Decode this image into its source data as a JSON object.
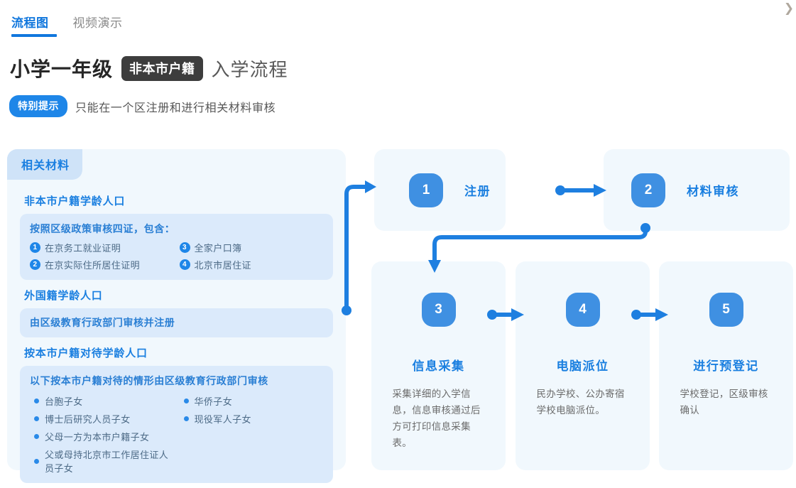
{
  "tabs": [
    {
      "label": "流程图",
      "active": true
    },
    {
      "label": "视频演示",
      "active": false
    }
  ],
  "header": {
    "title_main": "小学一年级",
    "title_chip": "非本市户籍",
    "title_suffix": "入学流程",
    "notice_badge": "特别提示",
    "notice_text": "只能在一个区注册和进行相关材料审核"
  },
  "materials": {
    "panel_tab": "相关材料",
    "sections": [
      {
        "heading": "非本市户籍学龄人口",
        "box_title": "按照区级政策审核四证，包含：",
        "certs": [
          {
            "num": "1",
            "label": "在京务工就业证明"
          },
          {
            "num": "3",
            "label": "全家户口簿"
          },
          {
            "num": "2",
            "label": "在京实际住所居住证明"
          },
          {
            "num": "4",
            "label": "北京市居住证"
          }
        ]
      },
      {
        "heading": "外国籍学龄人口",
        "simple_text": "由区级教育行政部门审核并注册"
      },
      {
        "heading": "按本市户籍对待学龄人口",
        "box_title": "以下按本市户籍对待的情形由区级教育行政部门审核",
        "bullets": [
          "台胞子女",
          "华侨子女",
          "博士后研究人员子女",
          "现役军人子女",
          "父母一方为本市户籍子女",
          "",
          "父或母持北京市工作居住证人员子女",
          ""
        ]
      }
    ]
  },
  "flow": {
    "steps": [
      {
        "num": "1",
        "title": "注册",
        "desc": ""
      },
      {
        "num": "2",
        "title": "材料审核",
        "desc": ""
      },
      {
        "num": "3",
        "title": "信息采集",
        "desc": "采集详细的入学信息，信息审核通过后方可打印信息采集表。"
      },
      {
        "num": "4",
        "title": "电脑派位",
        "desc": "民办学校、公办寄宿学校电脑派位。"
      },
      {
        "num": "5",
        "title": "进行预登记",
        "desc": "学校登记，区级审核确认"
      }
    ]
  },
  "icons": {
    "corner_chevron": "❯"
  },
  "colors": {
    "accent_blue": "#1a7fe0",
    "badge_blue": "#3f90e2",
    "panel_bg": "#f1f8fd",
    "inner_box_bg": "#dbeafb",
    "chip_dark": "#3d3d3d",
    "connector_blue": "#1e7fe0"
  }
}
